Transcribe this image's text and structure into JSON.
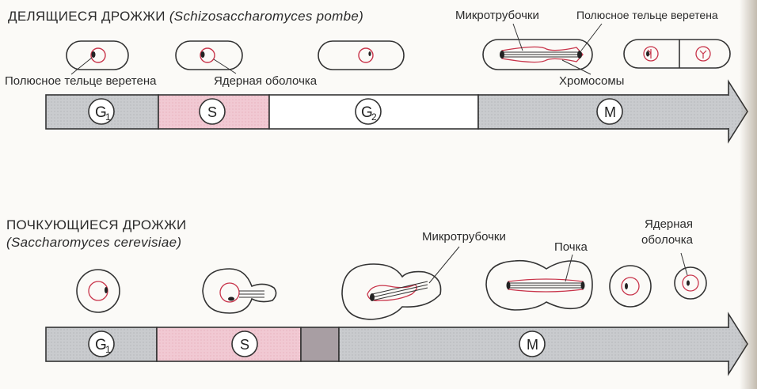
{
  "fission": {
    "title_main": "ДЕЛЯЩИЕСЯ ДРОЖЖИ",
    "title_species": "(Schizosaccharomyces pombe)",
    "labels": {
      "spindle_pole_body_left": "Полюсное тельце веретена",
      "nuclear_envelope": "Ядерная оболочка",
      "microtubules": "Микротрубочки",
      "spindle_pole_body_right": "Полюсное тельце веретена",
      "chromosomes": "Хромосомы"
    },
    "phases": [
      {
        "name": "G",
        "sub": "1",
        "color": "#c9cbce"
      },
      {
        "name": "S",
        "sub": "",
        "color": "#f1c9d3"
      },
      {
        "name": "G",
        "sub": "2",
        "color": "#ffffff"
      },
      {
        "name": "M",
        "sub": "",
        "color": "#c9cbce"
      }
    ]
  },
  "budding": {
    "title_main": "ПОЧКУЮЩИЕСЯ ДРОЖЖИ",
    "title_species": "(Saccharomyces cerevisiae)",
    "labels": {
      "microtubules": "Микротрубочки",
      "bud": "Почка",
      "nuclear_envelope_line1": "Ядерная",
      "nuclear_envelope_line2": "оболочка"
    },
    "phases": [
      {
        "name": "G",
        "sub": "1",
        "color": "#c9cbce"
      },
      {
        "name": "S",
        "sub": "",
        "color": "#f1c9d3"
      },
      {
        "name": "",
        "sub": "",
        "color": "#a89ea3"
      },
      {
        "name": "M",
        "sub": "",
        "color": "#c9cbce"
      }
    ]
  },
  "colors": {
    "nucleus_red": "#c8344a",
    "outline": "#333333",
    "bar_gray": "#c9cbce",
    "bar_pink": "#f1c9d3",
    "bar_dark": "#a89ea3"
  }
}
